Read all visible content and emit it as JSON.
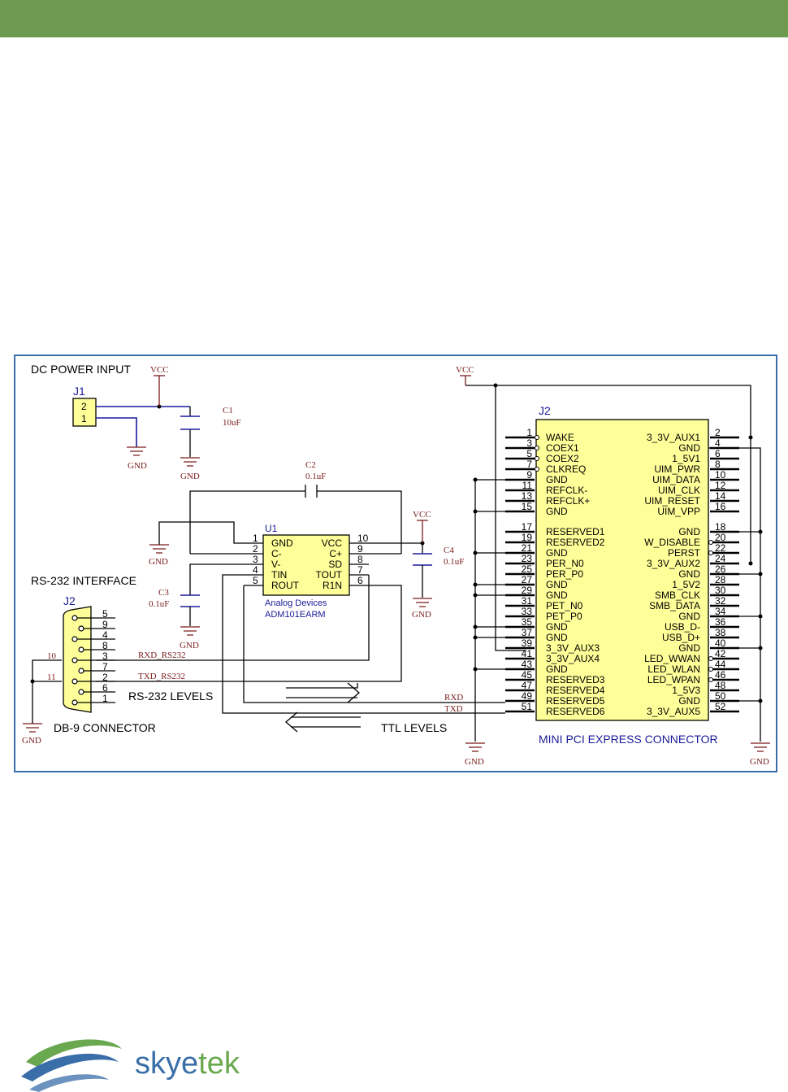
{
  "j1": {
    "title": "DC POWER INPUT",
    "ref": "J1",
    "pins": [
      "2",
      "1"
    ]
  },
  "vcc": "VCC",
  "gnd": "GND",
  "c1": {
    "ref": "C1",
    "value": "10uF"
  },
  "c2": {
    "ref": "C2",
    "value": "0.1uF"
  },
  "c3": {
    "ref": "C3",
    "value": "0.1uF"
  },
  "c4": {
    "ref": "C4",
    "value": "0.1uF"
  },
  "u1": {
    "ref": "U1",
    "maker": "Analog Devices",
    "part": "ADM101EARM",
    "left_pins": [
      [
        "1",
        "GND"
      ],
      [
        "2",
        "C-"
      ],
      [
        "3",
        "V-"
      ],
      [
        "4",
        "TIN"
      ],
      [
        "5",
        "ROUT"
      ]
    ],
    "right_pins": [
      [
        "10",
        "VCC"
      ],
      [
        "9",
        "C+"
      ],
      [
        "8",
        "SD"
      ],
      [
        "7",
        "TOUT"
      ],
      [
        "6",
        "R1N"
      ]
    ]
  },
  "rs232": {
    "title": "RS-232 INTERFACE",
    "ref": "J2",
    "pins": [
      "5",
      "9",
      "4",
      "8",
      "3",
      "7",
      "2",
      "6",
      "1"
    ],
    "shield_pins": [
      "10",
      "11"
    ],
    "rxd": "RXD_RS232",
    "txd": "TXD_RS232",
    "levels": "RS-232 LEVELS",
    "connector": "DB-9 CONNECTOR"
  },
  "ttl_levels": "TTL LEVELS",
  "rxd": "RXD",
  "txd": "TXD",
  "j2": {
    "ref": "J2",
    "title": "MINI PCI EXPRESS CONNECTOR",
    "left_pins": [
      [
        "1",
        "WAKE"
      ],
      [
        "3",
        "COEX1"
      ],
      [
        "5",
        "COEX2"
      ],
      [
        "7",
        "CLKREQ"
      ],
      [
        "9",
        "GND"
      ],
      [
        "11",
        "REFCLK-"
      ],
      [
        "13",
        "REFCLK+"
      ],
      [
        "15",
        "GND"
      ],
      [
        "17",
        "RESERVED1"
      ],
      [
        "19",
        "RESERVED2"
      ],
      [
        "21",
        "GND"
      ],
      [
        "23",
        "PER_N0"
      ],
      [
        "25",
        "PER_P0"
      ],
      [
        "27",
        "GND"
      ],
      [
        "29",
        "GND"
      ],
      [
        "31",
        "PET_N0"
      ],
      [
        "33",
        "PET_P0"
      ],
      [
        "35",
        "GND"
      ],
      [
        "37",
        "GND"
      ],
      [
        "39",
        "3_3V_AUX3"
      ],
      [
        "41",
        "3_3V_AUX4"
      ],
      [
        "43",
        "GND"
      ],
      [
        "45",
        "RESERVED3"
      ],
      [
        "47",
        "RESERVED4"
      ],
      [
        "49",
        "RESERVED5"
      ],
      [
        "51",
        "RESERVED6"
      ]
    ],
    "right_pins": [
      [
        "2",
        "3_3V_AUX1"
      ],
      [
        "4",
        "GND"
      ],
      [
        "6",
        "1_5V1"
      ],
      [
        "8",
        "UIM_PWR"
      ],
      [
        "10",
        "UIM_DATA"
      ],
      [
        "12",
        "UIM_CLK"
      ],
      [
        "14",
        "UIM_RESET"
      ],
      [
        "16",
        "UIM_VPP"
      ],
      [
        "18",
        "GND"
      ],
      [
        "20",
        "W_DISABLE"
      ],
      [
        "22",
        "PERST"
      ],
      [
        "24",
        "3_3V_AUX2"
      ],
      [
        "26",
        "GND"
      ],
      [
        "28",
        "1_5V2"
      ],
      [
        "30",
        "SMB_CLK"
      ],
      [
        "32",
        "SMB_DATA"
      ],
      [
        "34",
        "GND"
      ],
      [
        "36",
        "USB_D-"
      ],
      [
        "38",
        "USB_D+"
      ],
      [
        "40",
        "GND"
      ],
      [
        "42",
        "LED_WWAN"
      ],
      [
        "44",
        "LED_WLAN"
      ],
      [
        "46",
        "LED_WPAN"
      ],
      [
        "48",
        "1_5V3"
      ],
      [
        "50",
        "GND"
      ],
      [
        "52",
        "3_3V_AUX5"
      ]
    ]
  },
  "logo": {
    "text": "skyetek",
    "colors": [
      "#3a6ea8",
      "#6aa84f"
    ]
  }
}
